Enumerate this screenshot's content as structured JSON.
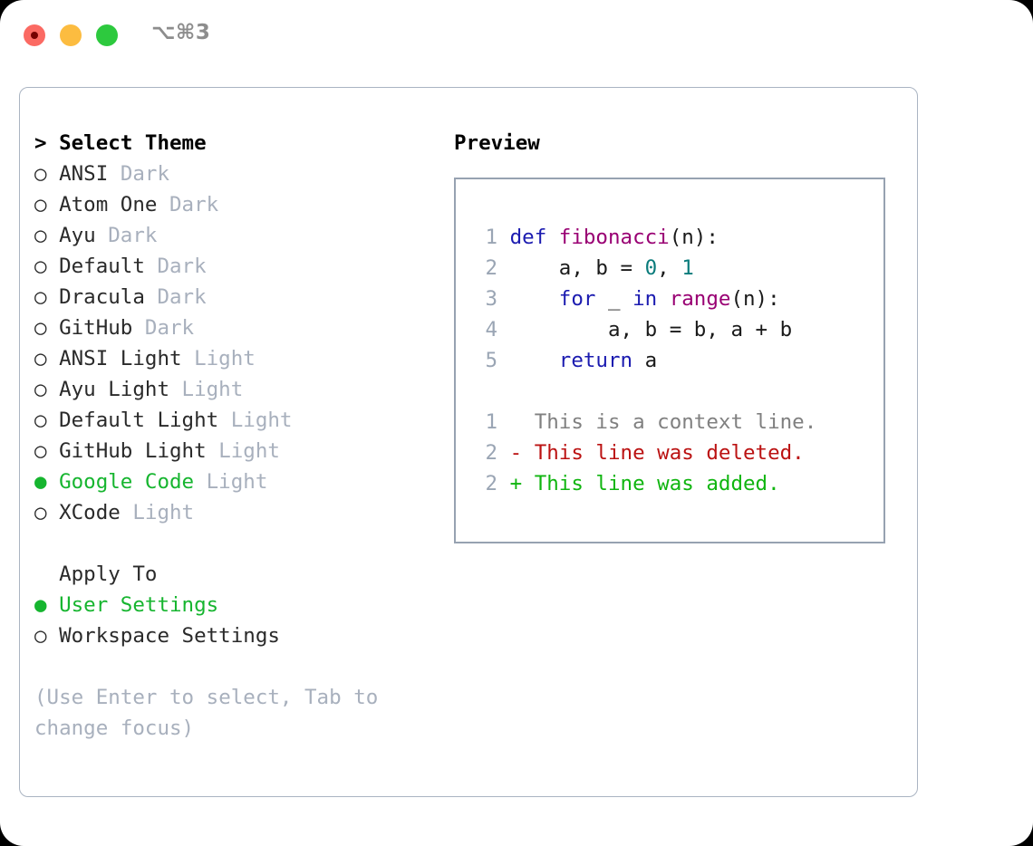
{
  "titlebar": {
    "shortcut": "⌥⌘3",
    "buttons": {
      "close": "close",
      "minimize": "minimize",
      "maximize": "maximize"
    }
  },
  "theme_list": {
    "header": "> Select Theme",
    "options": [
      {
        "bullet": "○",
        "name": "ANSI",
        "tag": "Dark",
        "selected": false
      },
      {
        "bullet": "○",
        "name": "Atom One",
        "tag": "Dark",
        "selected": false
      },
      {
        "bullet": "○",
        "name": "Ayu",
        "tag": "Dark",
        "selected": false
      },
      {
        "bullet": "○",
        "name": "Default",
        "tag": "Dark",
        "selected": false
      },
      {
        "bullet": "○",
        "name": "Dracula",
        "tag": "Dark",
        "selected": false
      },
      {
        "bullet": "○",
        "name": "GitHub",
        "tag": "Dark",
        "selected": false
      },
      {
        "bullet": "○",
        "name": "ANSI Light",
        "tag": "Light",
        "selected": false
      },
      {
        "bullet": "○",
        "name": "Ayu Light",
        "tag": "Light",
        "selected": false
      },
      {
        "bullet": "○",
        "name": "Default Light",
        "tag": "Light",
        "selected": false
      },
      {
        "bullet": "○",
        "name": "GitHub Light",
        "tag": "Light",
        "selected": false
      },
      {
        "bullet": "●",
        "name": "Google Code",
        "tag": "Light",
        "selected": true
      },
      {
        "bullet": "○",
        "name": "XCode",
        "tag": "Light",
        "selected": false
      }
    ]
  },
  "apply_to": {
    "header": "  Apply To",
    "options": [
      {
        "bullet": "●",
        "name": "User Settings",
        "selected": true
      },
      {
        "bullet": "○",
        "name": "Workspace Settings",
        "selected": false
      }
    ]
  },
  "hint": "(Use Enter to select, Tab to change focus)",
  "preview": {
    "title": "Preview",
    "code_lines": [
      {
        "number": "1",
        "tokens": [
          {
            "text": "def ",
            "kind": "kw"
          },
          {
            "text": "fibonacci",
            "kind": "fn"
          },
          {
            "text": "(n):",
            "kind": "txt"
          }
        ]
      },
      {
        "number": "2",
        "tokens": [
          {
            "text": "    a, b = ",
            "kind": "txt"
          },
          {
            "text": "0",
            "kind": "num"
          },
          {
            "text": ", ",
            "kind": "txt"
          },
          {
            "text": "1",
            "kind": "num"
          }
        ]
      },
      {
        "number": "3",
        "tokens": [
          {
            "text": "    ",
            "kind": "txt"
          },
          {
            "text": "for",
            "kind": "kw"
          },
          {
            "text": " _ ",
            "kind": "txt"
          },
          {
            "text": "in",
            "kind": "kw"
          },
          {
            "text": " ",
            "kind": "txt"
          },
          {
            "text": "range",
            "kind": "fn"
          },
          {
            "text": "(n):",
            "kind": "txt"
          }
        ]
      },
      {
        "number": "4",
        "tokens": [
          {
            "text": "        a, b = b, a + b",
            "kind": "txt"
          }
        ]
      },
      {
        "number": "5",
        "tokens": [
          {
            "text": "    ",
            "kind": "txt"
          },
          {
            "text": "return",
            "kind": "kw"
          },
          {
            "text": " a",
            "kind": "txt"
          }
        ]
      }
    ],
    "diff_lines": [
      {
        "number": "1",
        "marker": " ",
        "text": " This is a context line.",
        "kind": "ctx"
      },
      {
        "number": "2",
        "marker": "-",
        "text": " This line was deleted.",
        "kind": "del"
      },
      {
        "number": "2",
        "marker": "+",
        "text": " This line was added.",
        "kind": "add"
      }
    ]
  },
  "colors": {
    "selected_green": "#16b52f",
    "tag_gray": "#a8b0bd",
    "keyword_blue": "#1b1bb0",
    "function_purple": "#990073",
    "number_teal": "#0a7b7b",
    "diff_deleted": "#bb1212",
    "diff_added": "#10b510",
    "diff_context": "#808080",
    "panel_border": "#aab4c2",
    "preview_border": "#97a2b1",
    "traffic_red": "#fb6a63",
    "traffic_yellow": "#fcbc40",
    "traffic_green": "#2dc93e"
  }
}
